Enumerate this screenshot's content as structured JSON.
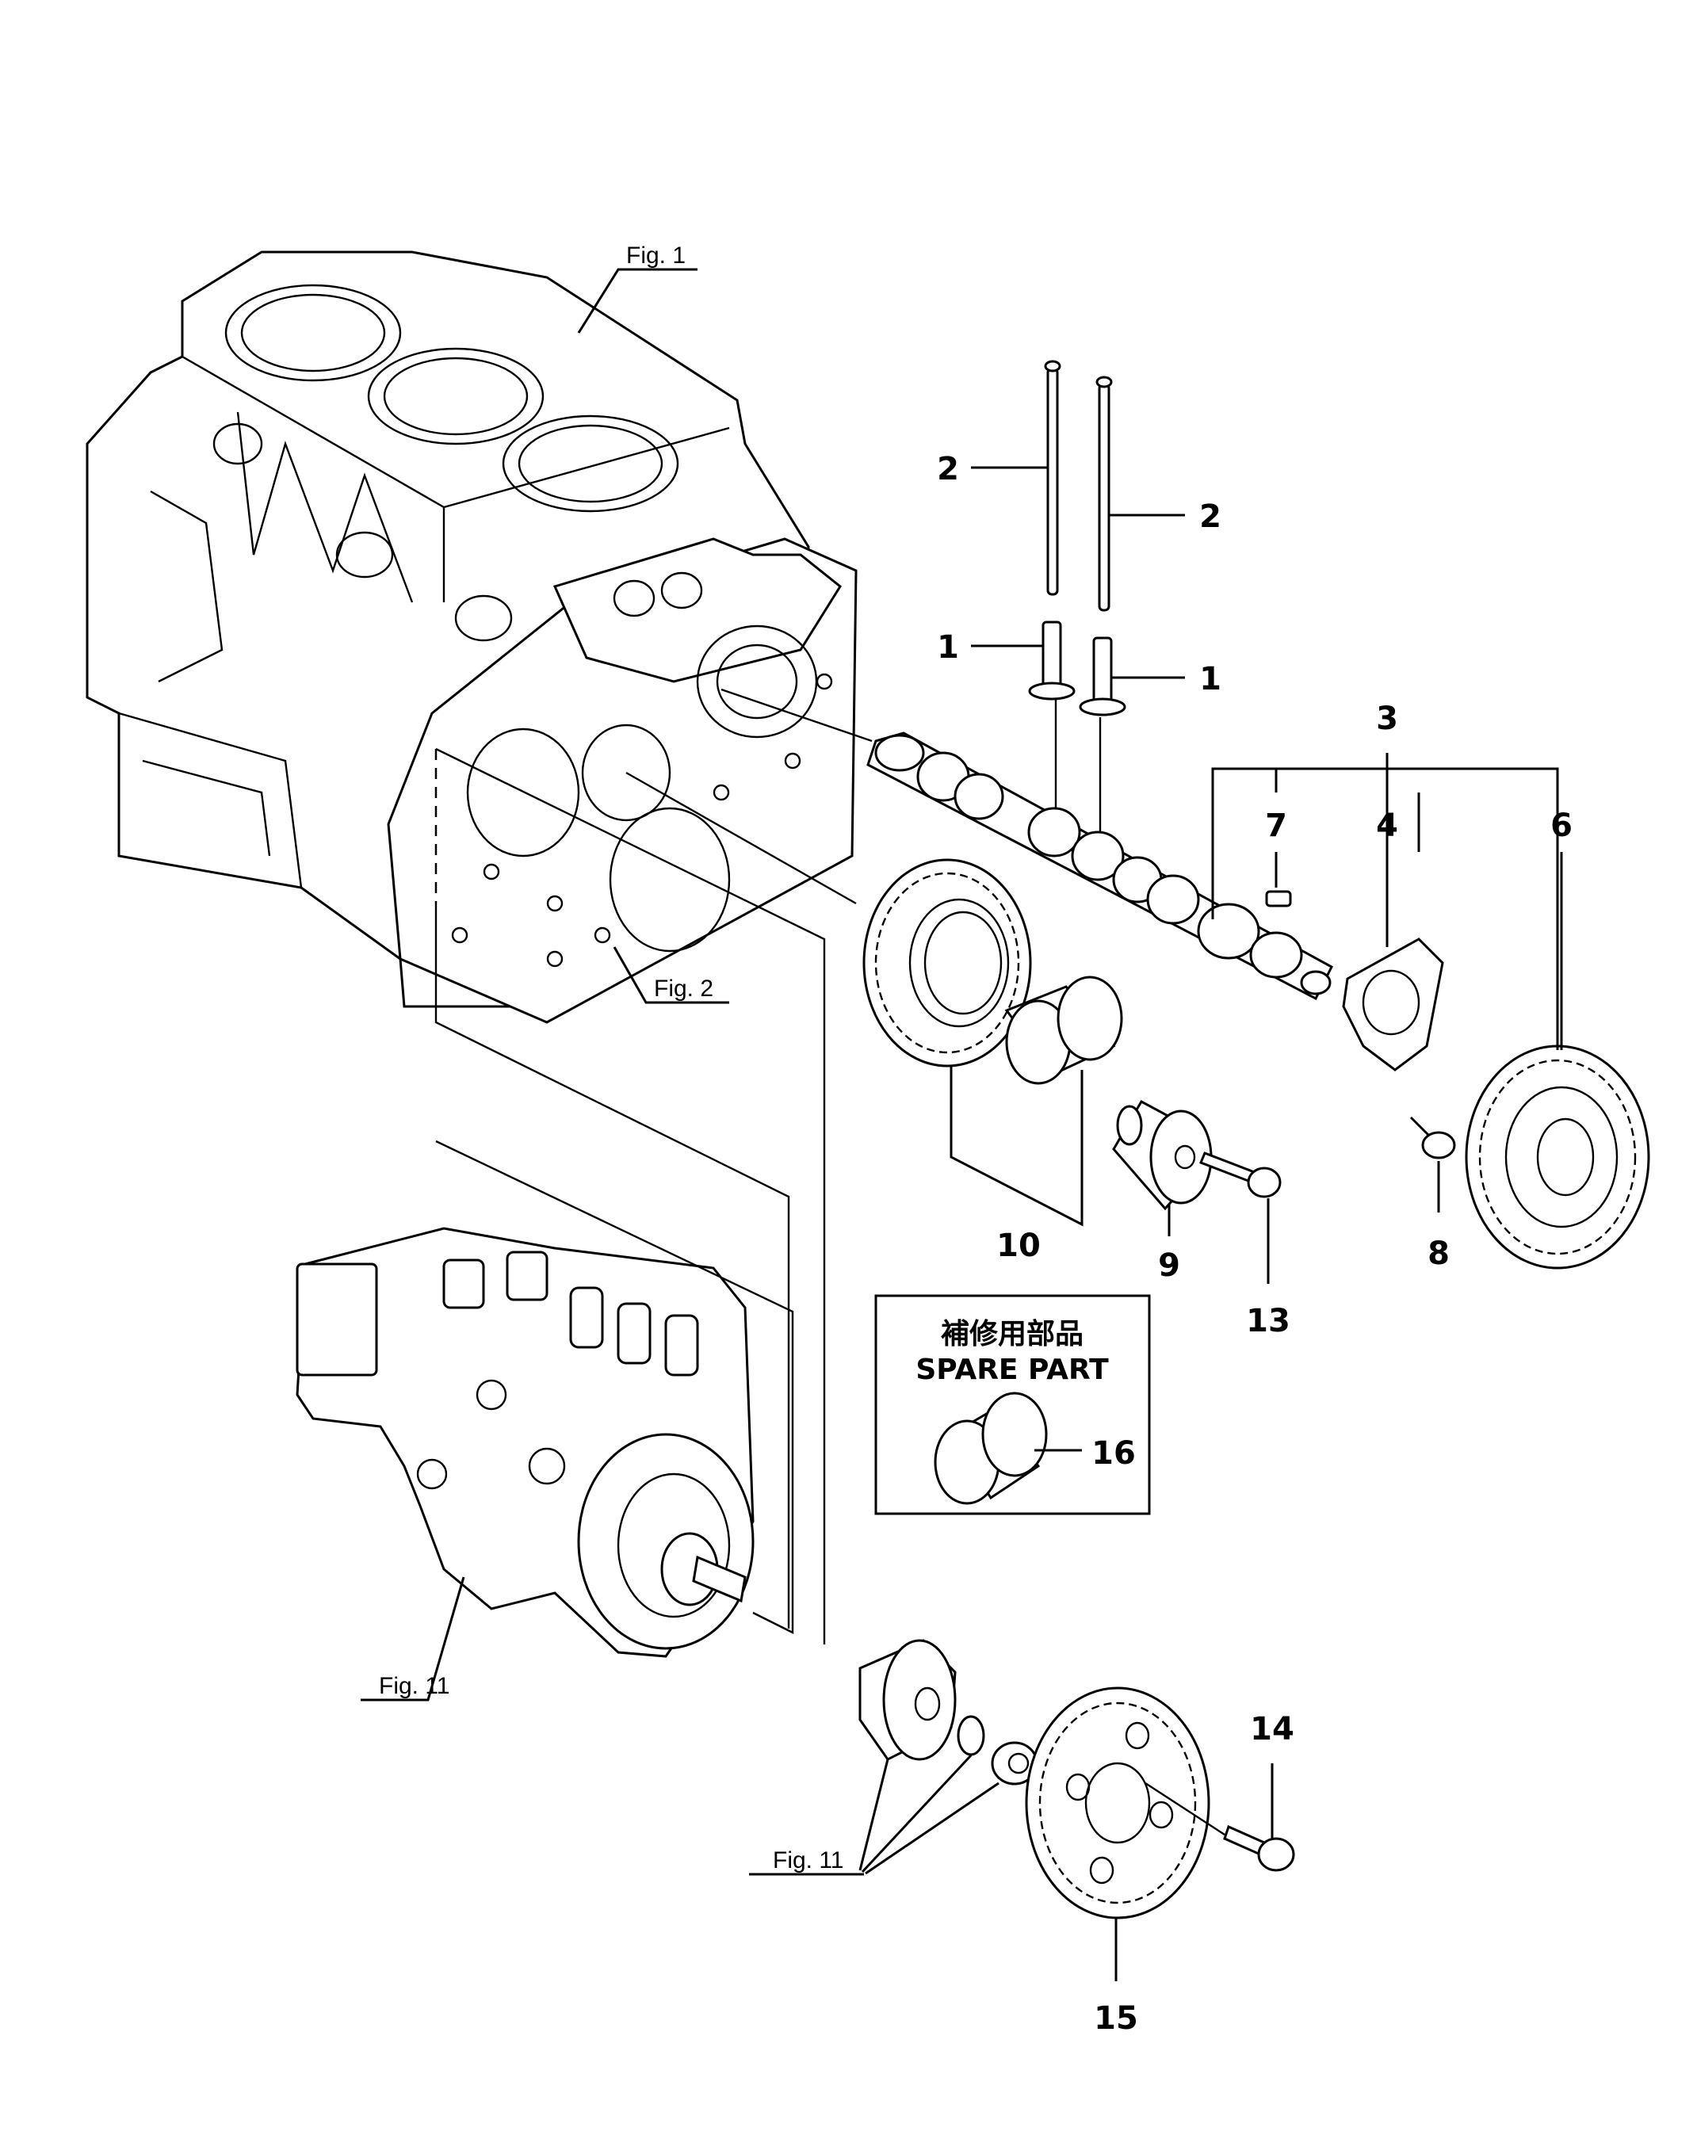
{
  "diagram": {
    "figure_refs": {
      "fig1": "Fig. 1",
      "fig2": "Fig. 2",
      "fig11_pump": "Fig. 11",
      "fig11_parts": "Fig. 11"
    },
    "callouts": {
      "c1a": "1",
      "c1b": "1",
      "c2a": "2",
      "c2b": "2",
      "c3": "3",
      "c4": "4",
      "c6": "6",
      "c7": "7",
      "c8": "8",
      "c9": "9",
      "c10": "10",
      "c13": "13",
      "c14": "14",
      "c15": "15",
      "c16": "16"
    },
    "spare_part_box": {
      "title_jp": "補修用部品",
      "title_en": "SPARE PART"
    }
  }
}
